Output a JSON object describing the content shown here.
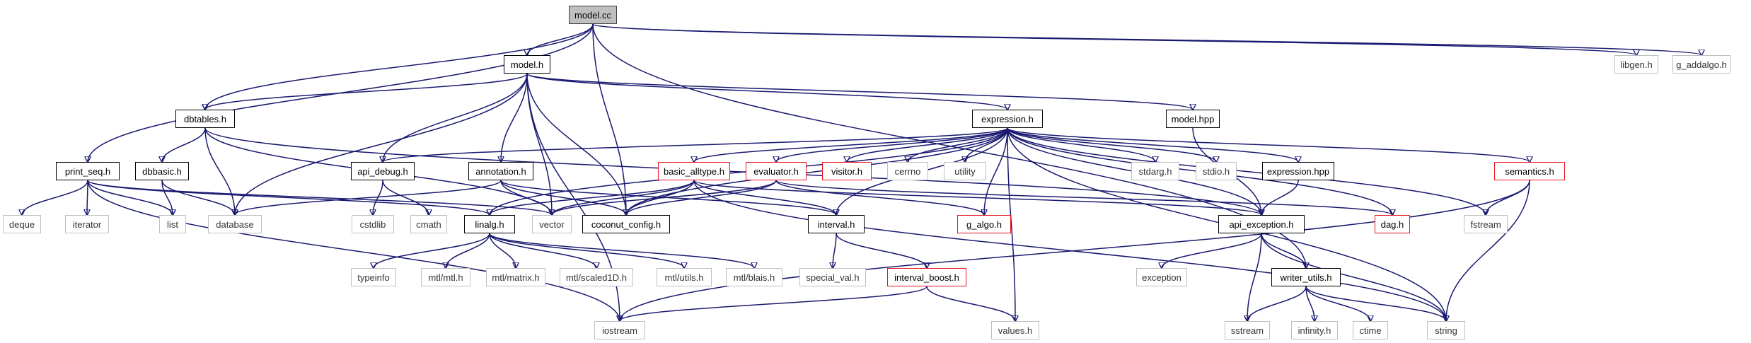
{
  "colors": {
    "edge": "#191970",
    "documented_border": "#000000",
    "external_border": "#bfbfbf",
    "incomplete_border": "#e8141e",
    "root_fill": "#bfbfbf"
  },
  "nodes": {
    "model_cc": "model.cc",
    "libgen_h": "libgen.h",
    "g_addalgo_h": "g_addalgo.h",
    "model_h": "model.h",
    "dbtables_h": "dbtables.h",
    "expression_h": "expression.h",
    "model_hpp": "model.hpp",
    "print_seq_h": "print_seq.h",
    "dbbasic_h": "dbbasic.h",
    "api_debug_h": "api_debug.h",
    "annotation_h": "annotation.h",
    "basic_alltype_h": "basic_alltype.h",
    "evaluator_h": "evaluator.h",
    "visitor_h": "visitor.h",
    "cerrno": "cerrno",
    "utility": "utility",
    "stdarg_h": "stdarg.h",
    "stdio_h": "stdio.h",
    "expression_hpp": "expression.hpp",
    "semantics_h": "semantics.h",
    "deque": "deque",
    "iterator": "iterator",
    "list": "list",
    "database": "database",
    "cstdlib": "cstdlib",
    "cmath": "cmath",
    "linalg_h": "linalg.h",
    "vector": "vector",
    "coconut_config_h": "coconut_config.h",
    "interval_h": "interval.h",
    "g_algo_h": "g_algo.h",
    "api_exception_h": "api_exception.h",
    "dag_h": "dag.h",
    "fstream": "fstream",
    "typeinfo": "typeinfo",
    "mtl_mtl_h": "mtl/mtl.h",
    "mtl_matrix_h": "mtl/matrix.h",
    "mtl_scaled1D_h": "mtl/scaled1D.h",
    "mtl_utils_h": "mtl/utils.h",
    "mtl_blais_h": "mtl/blais.h",
    "special_val_h": "special_val.h",
    "interval_boost_h": "interval_boost.h",
    "exception": "exception",
    "writer_utils_h": "writer_utils.h",
    "iostream": "iostream",
    "values_h": "values.h",
    "sstream": "sstream",
    "infinity_h": "infinity.h",
    "ctime": "ctime",
    "string": "string"
  }
}
